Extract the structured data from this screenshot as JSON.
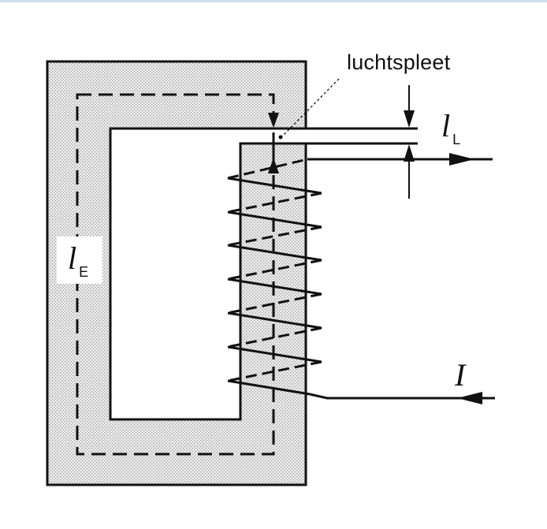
{
  "diagram": {
    "labels": {
      "air_gap": "luchtspleet",
      "gap_length_symbol": "l",
      "gap_length_subscript": "L",
      "iron_path_symbol": "l",
      "iron_path_subscript": "E",
      "current_symbol": "I"
    },
    "colors": {
      "line": "#111111",
      "core_fill": "#d9d9d9",
      "accent_bar": "#cfe0ee"
    }
  }
}
